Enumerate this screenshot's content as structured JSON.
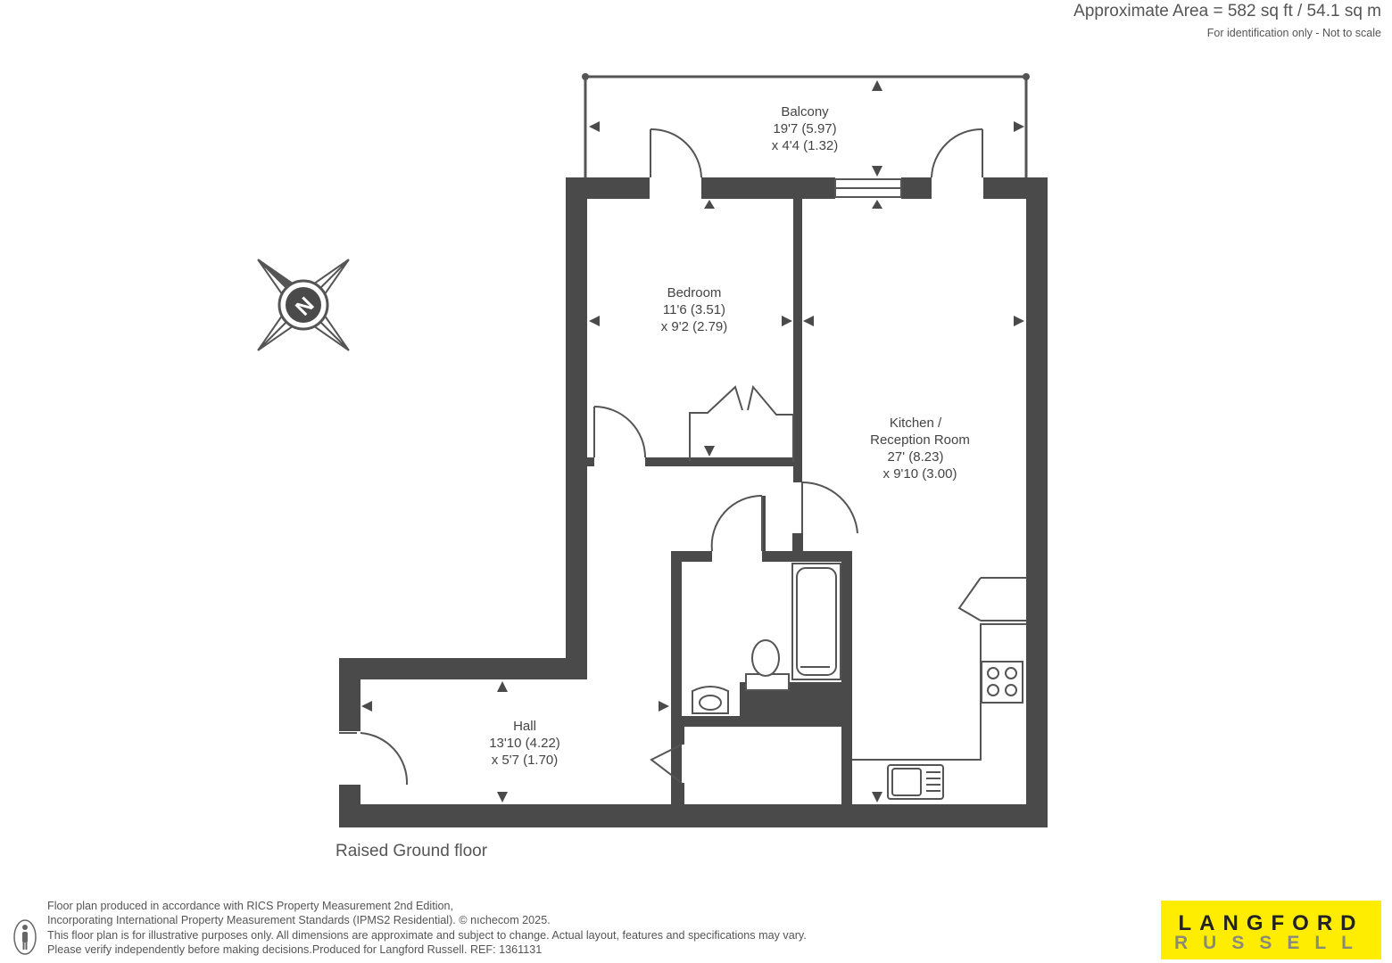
{
  "header": {
    "approximate_area": "Approximate Area = 582 sq ft / 54.1 sq m",
    "scale_note": "For identification only - Not to scale"
  },
  "rooms": {
    "balcony": {
      "name": "Balcony",
      "dim1": "19'7 (5.97)",
      "dim2": "x 4'4 (1.32)"
    },
    "bedroom": {
      "name": "Bedroom",
      "dim1": "11'6 (3.51)",
      "dim2": "x 9'2 (2.79)"
    },
    "kitchen": {
      "name1": "Kitchen /",
      "name2": "Reception Room",
      "dim1": "27' (8.23)",
      "dim2": "x 9'10 (3.00)"
    },
    "hall": {
      "name": "Hall",
      "dim1": "13'10 (4.22)",
      "dim2": "x 5'7 (1.70)"
    }
  },
  "compass": {
    "letter": "N"
  },
  "floor_label": "Raised Ground floor",
  "footer": {
    "line1": "Floor plan produced in accordance with RICS Property Measurement 2nd Edition,",
    "line2": "Incorporating International Property Measurement Standards (IPMS2 Residential).   © nıchecom 2025.",
    "line3": "This floor plan is for illustrative purposes only. All dimensions are approximate and subject to change. Actual layout, features and specifications may vary.",
    "line4": "Please verify independently before making decisions.Produced for Langford Russell.   REF: 1361131"
  },
  "logo": {
    "line1": "LANGFORD",
    "line2": "RUSSELL",
    "background": "#ffed00"
  },
  "colors": {
    "wall": "#4a4a4a",
    "line": "#555555"
  }
}
